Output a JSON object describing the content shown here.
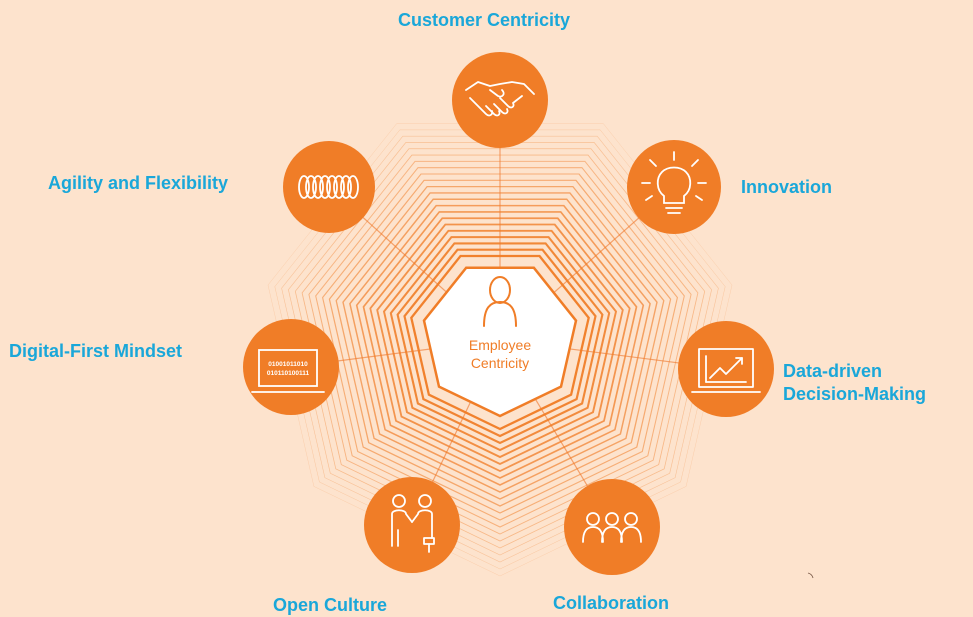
{
  "center": {
    "line1": "Employee",
    "line2": "Centricity",
    "icon": "person-icon"
  },
  "nodes": [
    {
      "id": "customer-centricity",
      "label": "Customer Centricity",
      "icon": "handshake-icon"
    },
    {
      "id": "innovation",
      "label": "Innovation",
      "icon": "lightbulb-icon"
    },
    {
      "id": "data-driven",
      "label_line1": "Data-driven",
      "label_line2": "Decision-Making",
      "icon": "laptop-chart-icon"
    },
    {
      "id": "collaboration",
      "label": "Collaboration",
      "icon": "group-icon"
    },
    {
      "id": "open-culture",
      "label": "Open Culture",
      "icon": "people-handshake-icon"
    },
    {
      "id": "digital-first",
      "label": "Digital-First Mindset",
      "icon": "laptop-binary-icon",
      "binary_line1": "01001011010",
      "binary_line2": "010110100111"
    },
    {
      "id": "agility",
      "label": "Agility and Flexibility",
      "icon": "spring-icon"
    }
  ],
  "colors": {
    "background": "#fde3cd",
    "accent": "#f07d27",
    "label": "#1aa7d9",
    "center_fill": "#ffffff"
  }
}
